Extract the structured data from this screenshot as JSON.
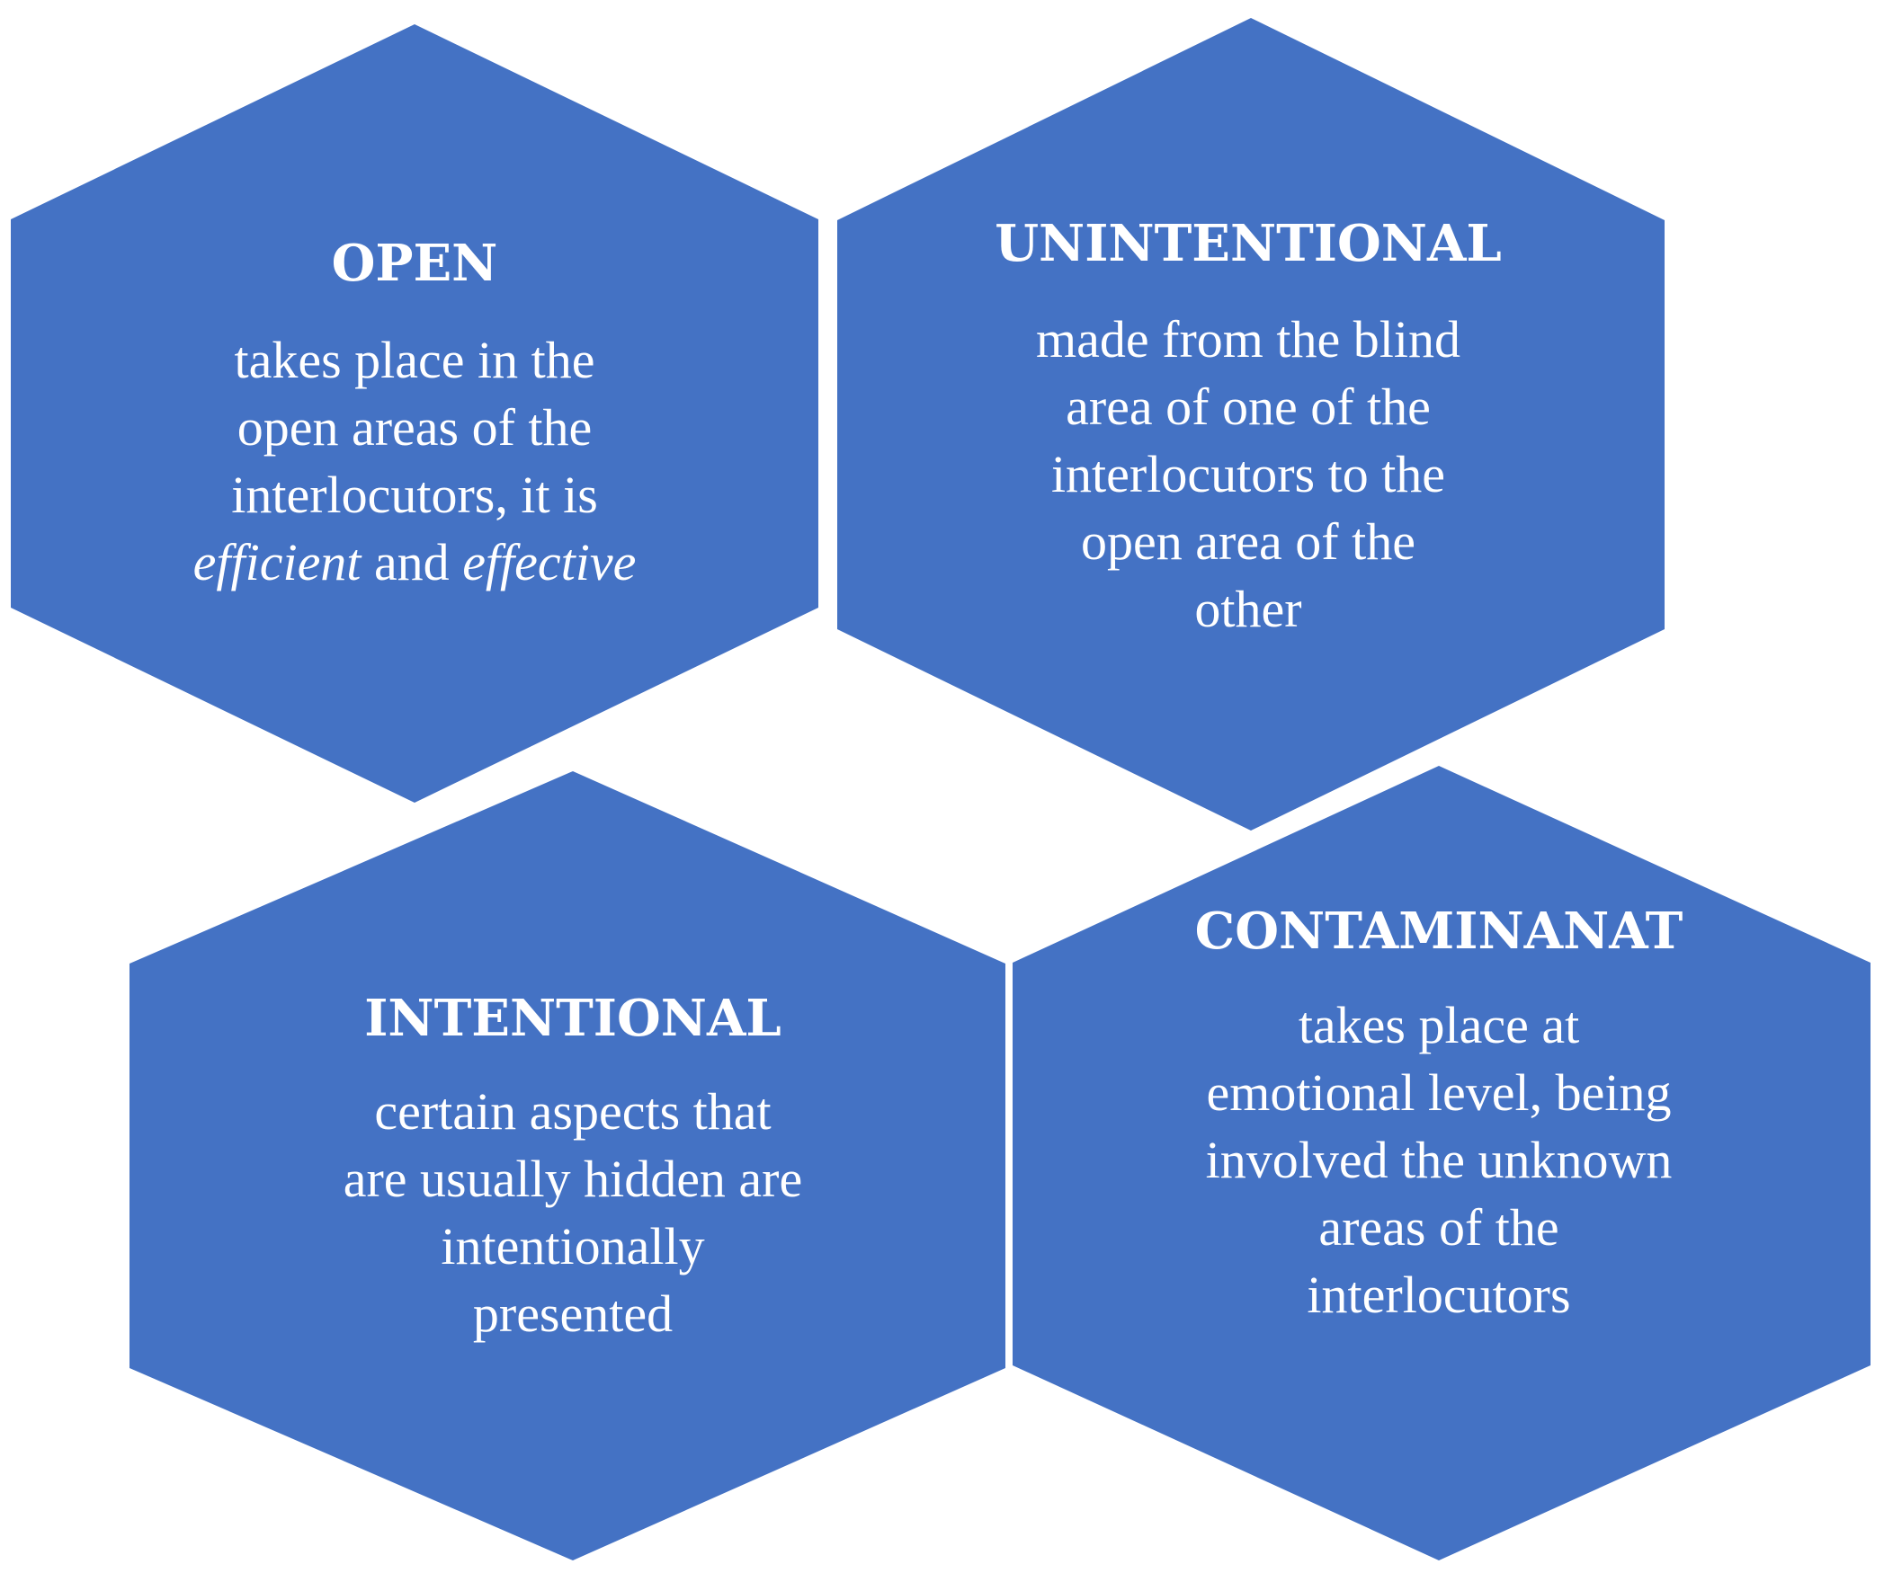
{
  "colors": {
    "hexagon_fill": "#4472C4",
    "text": "#FFFFFF",
    "background": "#FFFFFF"
  },
  "hexagons": [
    {
      "id": "open",
      "title": "OPEN",
      "lines": [
        [
          {
            "text": "takes place in the"
          }
        ],
        [
          {
            "text": "open areas of the"
          }
        ],
        [
          {
            "text": "interlocutors, it is"
          }
        ],
        [
          {
            "text": "efficient",
            "italic": true
          },
          {
            "text": " and "
          },
          {
            "text": "effective",
            "italic": true
          }
        ]
      ]
    },
    {
      "id": "unintentional",
      "title": "UNINTENTIONAL",
      "lines": [
        [
          {
            "text": "made from the blind"
          }
        ],
        [
          {
            "text": "area of one of the"
          }
        ],
        [
          {
            "text": "interlocutors  to the"
          }
        ],
        [
          {
            "text": "open area of the"
          }
        ],
        [
          {
            "text": "other"
          }
        ]
      ]
    },
    {
      "id": "intentional",
      "title": "INTENTIONAL",
      "lines": [
        [
          {
            "text": "certain aspects that"
          }
        ],
        [
          {
            "text": "are usually hidden are"
          }
        ],
        [
          {
            "text": "intentionally"
          }
        ],
        [
          {
            "text": "presented"
          }
        ]
      ]
    },
    {
      "id": "contaminanat",
      "title": "CONTAMINANAT",
      "lines": [
        [
          {
            "text": "takes place at"
          }
        ],
        [
          {
            "text": "emotional level, being"
          }
        ],
        [
          {
            "text": "involved the unknown"
          }
        ],
        [
          {
            "text": "areas of the"
          }
        ],
        [
          {
            "text": "interlocutors"
          }
        ]
      ]
    }
  ]
}
